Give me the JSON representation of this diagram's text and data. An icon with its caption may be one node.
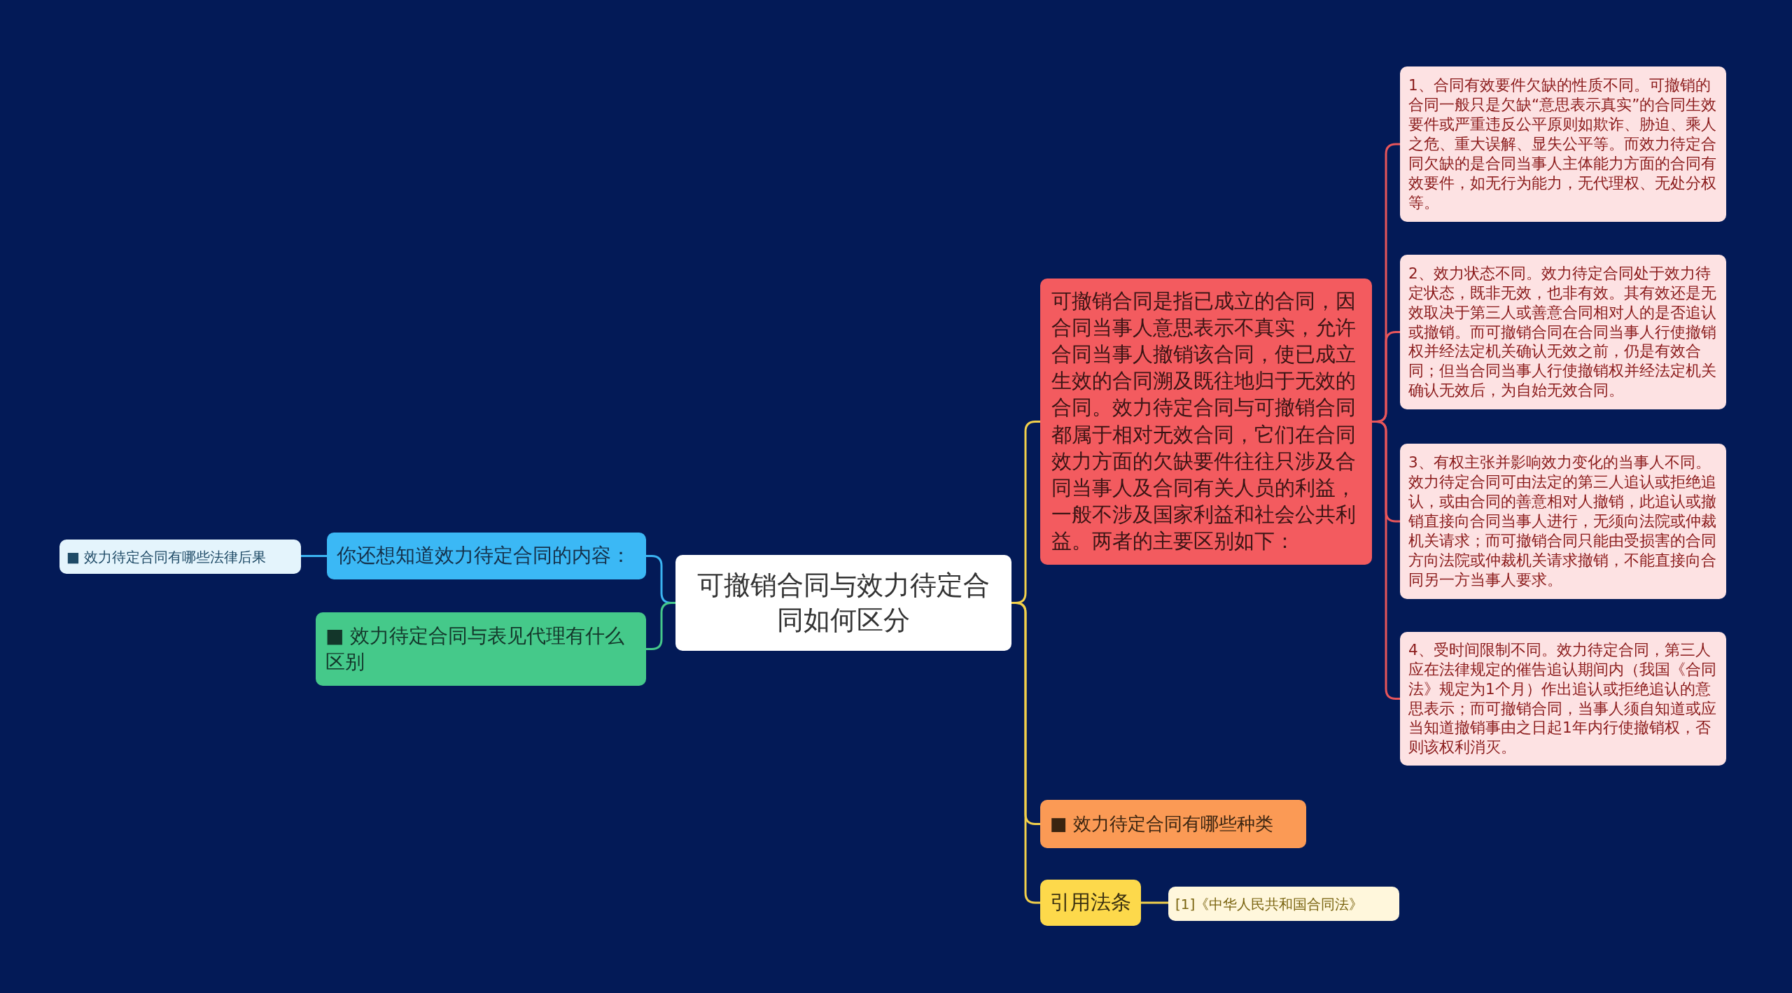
{
  "diagram": {
    "nodes": [
      {
        "text": [
          "可撤销合同与效力待定合同如何区分"
        ]
      },
      {
        "text": [
          "可撤销合同是指已成立的合同，因合同当事人意思表示不真实，允许合同当事人撤销该合同，使已成立生效的合同溯及既往地归于无效的合同。效力待定合同与可撤销合同都属于相对无效合同，它们在合同效力方面的欠缺要件往往只涉及合同当事人及合同有关人员的利益，一般不涉及国家利益和社会公共利益。两者的主要区别如下："
        ]
      },
      {
        "text": [
          "1、合同有效要件欠缺的性质不同。可撤销的合同一般只是欠缺“意思表示真实”的合同生效要件或严重违反公平原则如欺诈、胁迫、乘人之危、重大误解、显失公平等。而效力待定合同欠缺的是合同当事人主体能力方面的合同有效要件，如无行为能力，无代理权、无处分权等。"
        ]
      },
      {
        "text": [
          "2、效力状态不同。效力待定合同处于效力待定状态，既非无效，也非有效。其有效还是无效取决于第三人或善意合同相对人的是否追认或撤销。而可撤销合同在合同当事人行使撤销权并经法定机关确认无效之前，仍是有效合同；但当合同当事人行使撤销权并经法定机关确认无效后，为自始无效合同。"
        ]
      },
      {
        "text": [
          "3、有权主张并影响效力变化的当事人不同。效力待定合同可由法定的第三人追认或拒绝追认，或由合同的善意相对人撤销，此追认或撤销直接向合同当事人进行，无须向法院或仲裁机关请求；而可撤销合同只能由受损害的合同方向法院或仲裁机关请求撤销，不能直接向合同另一方当事人要求。"
        ]
      },
      {
        "text": [
          "4、受时间限制不同。效力待定合同，第三人应在法律规定的催告追认期间内（我国《合同法》规定为1个月）作出追认或拒绝追认的意思表示；而可撤销合同，当事人须自知道或应当知道撤销事由之日起1年内行使撤销权，否则该权利消灭。"
        ]
      },
      {
        "text": [
          "■ 效力待定合同有哪些种类"
        ]
      },
      {
        "text": [
          "引用法条"
        ]
      },
      {
        "text": [
          "[1]《中华人民共和国合同法》"
        ]
      },
      {
        "text": [
          "你还想知道效力待定合同的内容："
        ]
      },
      {
        "text": [
          "■ 效力待定合同与表见代理有什么区别"
        ]
      },
      {
        "text": [
          "■ 效力待定合同有哪些法律后果"
        ]
      }
    ],
    "edges": [
      {
        "from": 0,
        "to": 1,
        "arrow": "none",
        "color": "#f2d04b"
      },
      {
        "from": 1,
        "to": 2,
        "arrow": "none",
        "color": "#e8555a"
      },
      {
        "from": 1,
        "to": 3,
        "arrow": "none",
        "color": "#e8555a"
      },
      {
        "from": 1,
        "to": 4,
        "arrow": "none",
        "color": "#e8555a"
      },
      {
        "from": 1,
        "to": 5,
        "arrow": "none",
        "color": "#e8555a"
      },
      {
        "from": 0,
        "to": 6,
        "arrow": "none",
        "color": "#f2d04b"
      },
      {
        "from": 0,
        "to": 7,
        "arrow": "none",
        "color": "#f2d04b"
      },
      {
        "from": 7,
        "to": 8,
        "arrow": "none",
        "color": "#f2d04b"
      },
      {
        "from": 0,
        "to": 9,
        "arrow": "none",
        "color": "#3bb4f2"
      },
      {
        "from": 0,
        "to": 10,
        "arrow": "none",
        "color": "#45c98a"
      },
      {
        "from": 9,
        "to": 11,
        "arrow": "none",
        "color": "#3bb4f2"
      }
    ]
  }
}
